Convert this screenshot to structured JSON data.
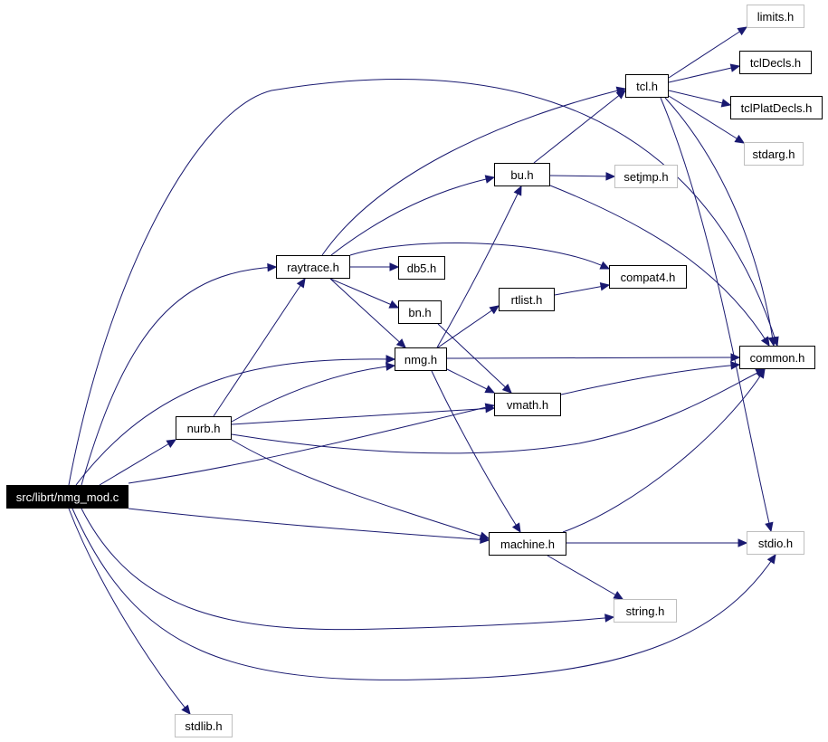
{
  "diagram": {
    "edge_color": "#191970",
    "nodes": [
      {
        "id": "root",
        "label": "src/librt/nmg_mod.c",
        "kind": "root"
      },
      {
        "id": "limits",
        "label": "limits.h",
        "kind": "nodoc"
      },
      {
        "id": "tcl",
        "label": "tcl.h",
        "kind": "doc"
      },
      {
        "id": "tclDecls",
        "label": "tclDecls.h",
        "kind": "doc"
      },
      {
        "id": "tclPlatDecls",
        "label": "tclPlatDecls.h",
        "kind": "doc"
      },
      {
        "id": "stdarg",
        "label": "stdarg.h",
        "kind": "nodoc"
      },
      {
        "id": "bu",
        "label": "bu.h",
        "kind": "doc"
      },
      {
        "id": "setjmp",
        "label": "setjmp.h",
        "kind": "nodoc"
      },
      {
        "id": "raytrace",
        "label": "raytrace.h",
        "kind": "doc"
      },
      {
        "id": "db5",
        "label": "db5.h",
        "kind": "doc"
      },
      {
        "id": "compat4",
        "label": "compat4.h",
        "kind": "doc"
      },
      {
        "id": "rtlist",
        "label": "rtlist.h",
        "kind": "doc"
      },
      {
        "id": "bn",
        "label": "bn.h",
        "kind": "doc"
      },
      {
        "id": "nmg",
        "label": "nmg.h",
        "kind": "doc"
      },
      {
        "id": "common",
        "label": "common.h",
        "kind": "doc"
      },
      {
        "id": "vmath",
        "label": "vmath.h",
        "kind": "doc"
      },
      {
        "id": "nurb",
        "label": "nurb.h",
        "kind": "doc"
      },
      {
        "id": "machine",
        "label": "machine.h",
        "kind": "doc"
      },
      {
        "id": "stdio",
        "label": "stdio.h",
        "kind": "nodoc"
      },
      {
        "id": "string",
        "label": "string.h",
        "kind": "nodoc"
      },
      {
        "id": "stdlib",
        "label": "stdlib.h",
        "kind": "nodoc"
      }
    ],
    "edges": [
      [
        "root",
        "raytrace"
      ],
      [
        "root",
        "nmg"
      ],
      [
        "root",
        "common"
      ],
      [
        "root",
        "nurb"
      ],
      [
        "root",
        "vmath"
      ],
      [
        "root",
        "machine"
      ],
      [
        "root",
        "string"
      ],
      [
        "root",
        "stdio"
      ],
      [
        "root",
        "stdlib"
      ],
      [
        "tcl",
        "limits"
      ],
      [
        "tcl",
        "tclDecls"
      ],
      [
        "tcl",
        "tclPlatDecls"
      ],
      [
        "tcl",
        "stdarg"
      ],
      [
        "tcl",
        "common"
      ],
      [
        "tcl",
        "stdio"
      ],
      [
        "bu",
        "tcl"
      ],
      [
        "bu",
        "setjmp"
      ],
      [
        "bu",
        "common"
      ],
      [
        "raytrace",
        "tcl"
      ],
      [
        "raytrace",
        "bu"
      ],
      [
        "raytrace",
        "db5"
      ],
      [
        "raytrace",
        "compat4"
      ],
      [
        "raytrace",
        "bn"
      ],
      [
        "raytrace",
        "nmg"
      ],
      [
        "rtlist",
        "compat4"
      ],
      [
        "bn",
        "vmath"
      ],
      [
        "nmg",
        "bu"
      ],
      [
        "nmg",
        "rtlist"
      ],
      [
        "nmg",
        "common"
      ],
      [
        "nmg",
        "vmath"
      ],
      [
        "nmg",
        "machine"
      ],
      [
        "nurb",
        "raytrace"
      ],
      [
        "nurb",
        "nmg"
      ],
      [
        "nurb",
        "vmath"
      ],
      [
        "nurb",
        "common"
      ],
      [
        "nurb",
        "machine"
      ],
      [
        "vmath",
        "common"
      ],
      [
        "machine",
        "common"
      ],
      [
        "machine",
        "stdio"
      ],
      [
        "machine",
        "string"
      ]
    ]
  }
}
